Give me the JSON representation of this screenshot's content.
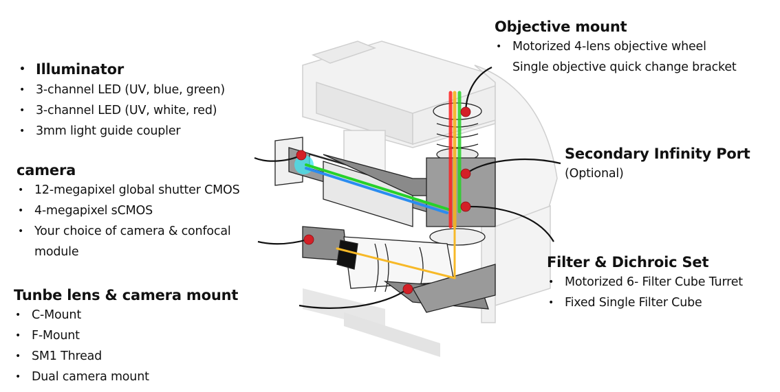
{
  "callouts": {
    "illuminator": {
      "title": "Illuminator",
      "items": [
        "3-channel LED (UV, blue, green)",
        "3-channel LED (UV, white, red)",
        "3mm light guide coupler"
      ]
    },
    "camera": {
      "title": "camera",
      "items": [
        "12-megapixel global shutter CMOS",
        "4-megapixel sCMOS",
        "Your choice of camera & confocal",
        "module"
      ]
    },
    "tube_lens": {
      "title": "Tunbe lens & camera mount",
      "items": [
        "C-Mount",
        "F-Mount",
        "SM1 Thread",
        "Dual camera mount"
      ]
    },
    "objective_mount": {
      "title": "Objective mount",
      "items": [
        "Motorized 4-lens objective wheel",
        "Single objective quick change bracket"
      ]
    },
    "secondary_port": {
      "title": "Secondary Infinity Port",
      "note": "(Optional)"
    },
    "filter_set": {
      "title": "Filter & Dichroic Set",
      "items": [
        "Motorized 6- Filter Cube Turret",
        "Fixed Single Filter Cube"
      ]
    }
  },
  "bullet": "•",
  "colors": {
    "marker": "#d42027",
    "beam_red": "#ff2020",
    "beam_orange": "#f5b21e",
    "beam_green": "#27d12a",
    "beam_blue": "#2a8cf0",
    "beam_cyan": "#3fe6f2",
    "beam_yellow": "#f7b928",
    "housing": "#8a8a8a",
    "frame": "#d9d9d9"
  }
}
